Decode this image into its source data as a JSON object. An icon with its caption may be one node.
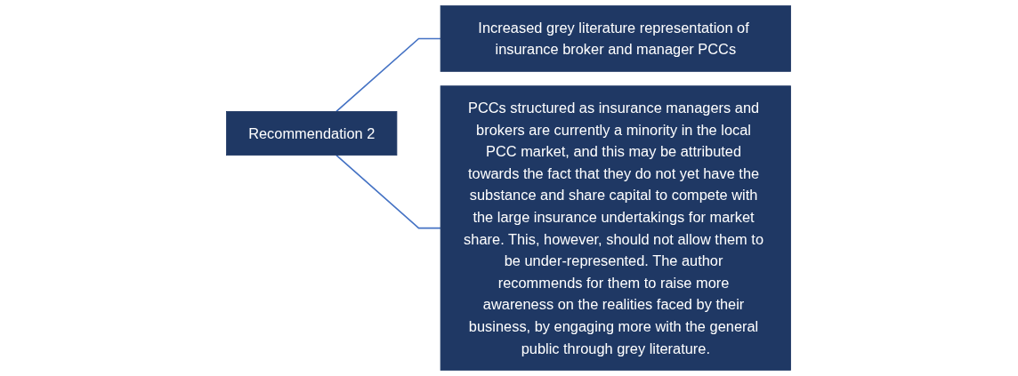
{
  "diagram": {
    "nodes": [
      {
        "text": [
          "Recommendation 2"
        ]
      },
      {
        "text": [
          "Increased grey literature representation of insurance broker and manager PCCs"
        ]
      },
      {
        "text": [
          "PCCs structured as insurance managers and brokers are currently a minority in the local PCC market, and this may be attributed towards the fact that they do not yet have the substance and share capital to compete with the large insurance undertakings for market share. This, however, should not allow them to be under-represented. The author recommends for them to raise more awareness on the realities faced by their business, by engaging more with the general public through grey literature."
        ]
      }
    ],
    "edges": [
      {
        "from": 0,
        "to": 1,
        "arrow": "none"
      },
      {
        "from": 0,
        "to": 2,
        "arrow": "none"
      }
    ]
  }
}
